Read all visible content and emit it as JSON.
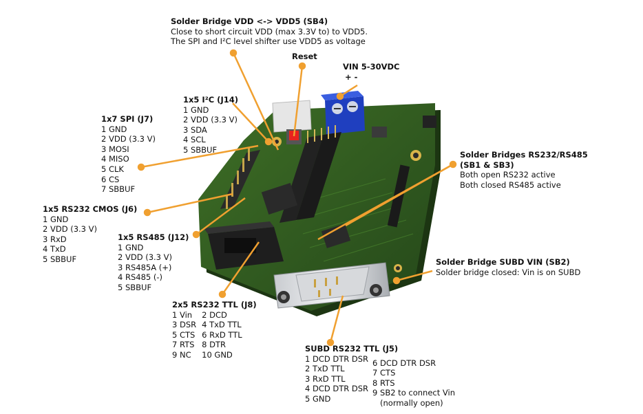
{
  "accent": "#f0a030",
  "board_color": "#2f5a1e",
  "labels": {
    "sb4": {
      "title": "Solder Bridge VDD <-> VDD5 (SB4)",
      "lines": [
        "Close to short circuit VDD (max 3.3V to) to VDD5.",
        "The SPI and I²C level shifter use VDD5 as voltage"
      ]
    },
    "reset": {
      "title": "Reset"
    },
    "vin": {
      "title": "VIN 5-30VDC",
      "polarity": "+  -"
    },
    "j14": {
      "title": "1x5 I²C (J14)",
      "lines": [
        "1 GND",
        "2 VDD (3.3 V)",
        "3 SDA",
        "4 SCL",
        "5 SBBUF"
      ]
    },
    "j7": {
      "title": "1x7 SPI (J7)",
      "lines": [
        "1 GND",
        "2 VDD (3.3 V)",
        "3 MOSI",
        "4 MISO",
        "5 CLK",
        "6 CS",
        "7 SBBUF"
      ]
    },
    "sb1sb3": {
      "title": "Solder Bridges RS232/RS485",
      "title2": "(SB1 & SB3)",
      "lines": [
        "Both open RS232 active",
        "Both closed RS485 active"
      ]
    },
    "j6": {
      "title": "1x5 RS232 CMOS (J6)",
      "lines": [
        "1 GND",
        "2 VDD (3.3 V)",
        "3 RxD",
        "4 TxD",
        "5 SBBUF"
      ]
    },
    "j12": {
      "title": "1x5 RS485 (J12)",
      "lines": [
        "1 GND",
        "2 VDD (3.3 V)",
        "3 RS485A (+)",
        "4 RS485 (-)",
        "5 SBBUF"
      ]
    },
    "sb2": {
      "title": "Solder Bridge SUBD VIN (SB2)",
      "lines": [
        "Solder bridge closed: Vin is on SUBD"
      ]
    },
    "j8": {
      "title": "2x5 RS232 TTL (J8)",
      "col1": [
        "1 Vin",
        "3 DSR",
        "5 CTS",
        "7 RTS",
        "9 NC"
      ],
      "col2": [
        "2 DCD",
        "4 TxD TTL",
        "6 RxD TTL",
        "8 DTR",
        "10 GND"
      ]
    },
    "j5": {
      "title": "SUBD RS232 TTL (J5)",
      "col1": [
        "1 DCD DTR DSR",
        "2 TxD TTL",
        "3 RxD TTL",
        "4 DCD DTR DSR",
        "5 GND"
      ],
      "col2": [
        "6 DCD DTR DSR",
        "7 CTS",
        "8 RTS",
        "9 SB2 to connect Vin",
        "   (normally open)"
      ]
    }
  }
}
